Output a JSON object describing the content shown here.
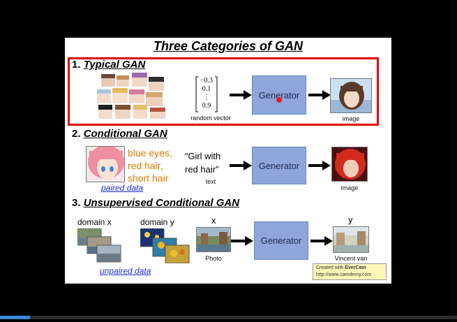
{
  "slide": {
    "title": "Three Categories of GAN",
    "sections": [
      {
        "num": "1.",
        "title": "Typical GAN"
      },
      {
        "num": "2.",
        "title": "Conditional GAN"
      },
      {
        "num": "3.",
        "title": "Unsupervised Conditional GAN"
      }
    ],
    "typical": {
      "vector_values": [
        "−0.3",
        "0.1",
        "⋮",
        "0.9"
      ],
      "vector_caption": "random vector",
      "generator_label": "Generator",
      "output_caption": "image"
    },
    "conditional": {
      "attributes": [
        "blue eyes,",
        "red hair,",
        "short hair"
      ],
      "paired_label": "paired data",
      "text_input": [
        "“Girl with",
        "red hair”"
      ],
      "text_caption": "text",
      "generator_label": "Generator",
      "output_caption": "image"
    },
    "unsupervised": {
      "domain_x": "domain x",
      "domain_y": "domain y",
      "unpaired_label": "unpaired data",
      "input_var": "x",
      "input_caption": "Photo",
      "generator_label": "Generator",
      "output_var": "y",
      "output_caption": "Vincent van"
    }
  },
  "watermark": {
    "line1_prefix": "Created with ",
    "line1_brand": "EverCam",
    "line2": "http://www.camdemy.com"
  },
  "player": {
    "progress": 0.065
  },
  "colors": {
    "highlight": "#e00000",
    "generator_fill": "#8ea6d9",
    "attribute_text": "#e07b00",
    "link_text": "#1c2fd1",
    "progress_fill": "#3a87d8"
  }
}
